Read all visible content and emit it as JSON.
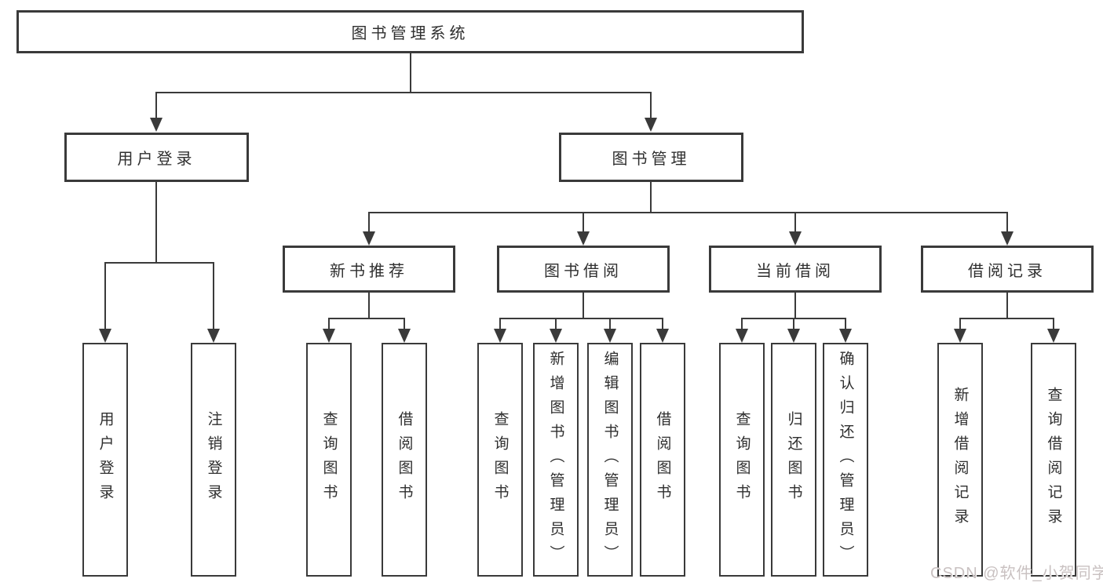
{
  "diagram_type": "hierarchy-tree",
  "tree": {
    "label": "图书管理系统",
    "children": [
      {
        "label": "用户登录",
        "children": [
          {
            "label": "用户登录"
          },
          {
            "label": "注销登录"
          }
        ]
      },
      {
        "label": "图书管理",
        "children": [
          {
            "label": "新书推荐",
            "children": [
              {
                "label": "查询图书"
              },
              {
                "label": "借阅图书"
              }
            ]
          },
          {
            "label": "图书借阅",
            "children": [
              {
                "label": "查询图书"
              },
              {
                "label": "新增图书（管理员）"
              },
              {
                "label": "编辑图书（管理员）"
              },
              {
                "label": "借阅图书"
              }
            ]
          },
          {
            "label": "当前借阅",
            "children": [
              {
                "label": "查询图书"
              },
              {
                "label": "归还图书"
              },
              {
                "label": "确认归还（管理员）"
              }
            ]
          },
          {
            "label": "借阅记录",
            "children": [
              {
                "label": "新增借阅记录"
              },
              {
                "label": "查询借阅记录"
              }
            ]
          }
        ]
      }
    ]
  },
  "watermark": "CSDN @软件_小贺同学",
  "colors": {
    "line": "#3a3a3a",
    "text": "#2f2f2f",
    "box_background": "#ffffff",
    "watermark": "#c9c1c1"
  }
}
